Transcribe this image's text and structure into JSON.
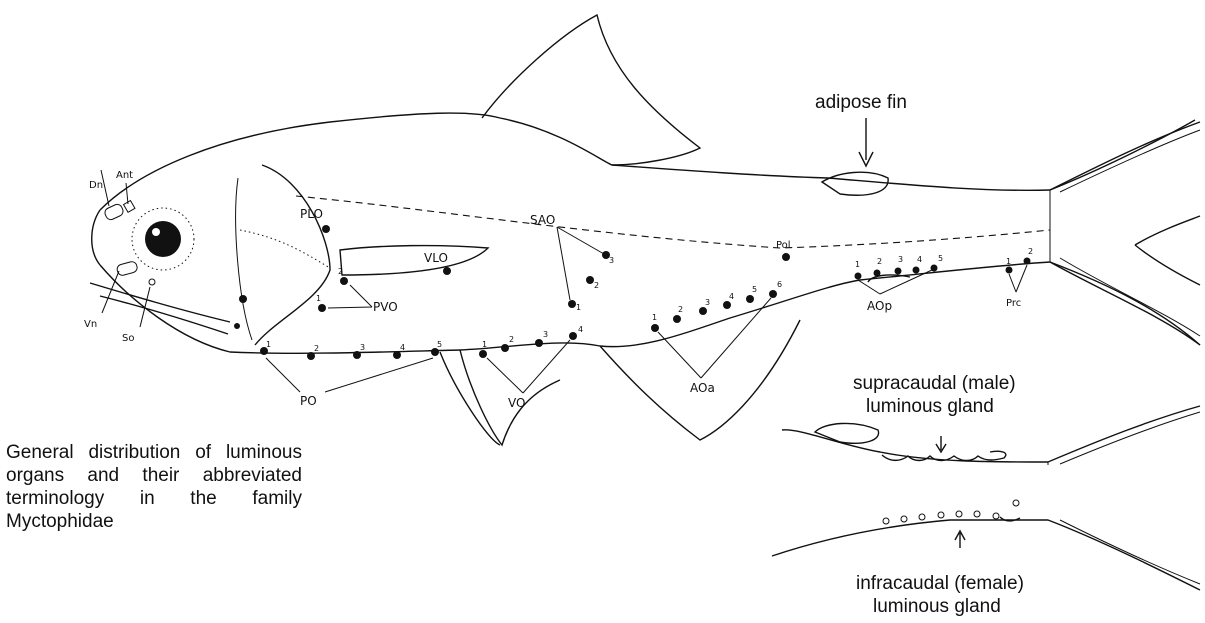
{
  "caption": "General distribution of luminous organs and their abbreviated terminology in the family Myctophidae",
  "labels": {
    "adipose_fin": "adipose fin",
    "supracaudal_line1": "supracaudal (male)",
    "supracaudal_line2": "luminous gland",
    "infracaudal_line1": "infracaudal (female)",
    "infracaudal_line2": "luminous gland"
  },
  "organs": {
    "Ant": "Ant",
    "Dn": "Dn",
    "Vn": "Vn",
    "So": "So",
    "PLO": "PLO",
    "VLO": "VLO",
    "PVO": "PVO",
    "PO": "PO",
    "VO": "VO",
    "SAO": "SAO",
    "AOa": "AOa",
    "AOp": "AOp",
    "Pol": "Pol",
    "Prc": "Prc"
  },
  "numbers": {
    "PO": [
      "1",
      "2",
      "3",
      "4",
      "5"
    ],
    "VO": [
      "1",
      "2",
      "3",
      "4"
    ],
    "SAO": [
      "1",
      "2",
      "3"
    ],
    "AOa": [
      "1",
      "2",
      "3",
      "4",
      "5",
      "6"
    ],
    "AOp": [
      "1",
      "2",
      "3",
      "4",
      "5"
    ],
    "PVO": [
      "1",
      "2"
    ],
    "Prc": [
      "1",
      "2"
    ]
  }
}
